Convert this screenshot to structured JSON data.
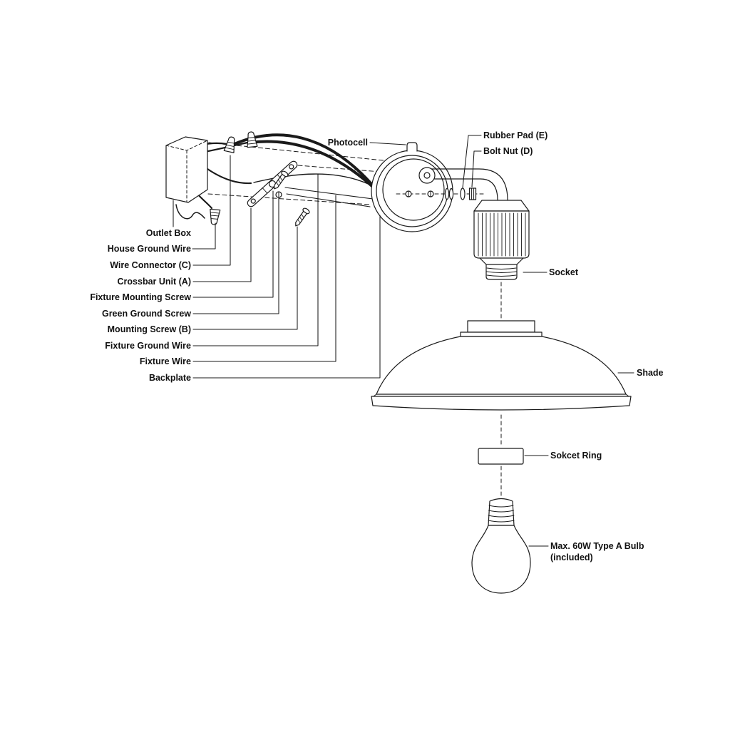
{
  "colors": {
    "line": "#1a1a1a",
    "background": "#ffffff"
  },
  "labels": {
    "photocell": "Photocell",
    "rubber_pad": "Rubber Pad (E)",
    "bolt_nut": "Bolt Nut (D)",
    "outlet_box": "Outlet Box",
    "house_ground_wire": "House Ground Wire",
    "wire_connector": "Wire Connector (C)",
    "crossbar_unit": "Crossbar Unit (A)",
    "fixture_mounting_screw": "Fixture Mounting Screw",
    "green_ground_screw": "Green Ground Screw",
    "mounting_screw": "Mounting Screw (B)",
    "fixture_ground_wire": "Fixture Ground Wire",
    "fixture_wire": "Fixture Wire",
    "backplate": "Backplate",
    "socket": "Socket",
    "shade": "Shade",
    "socket_ring": "Sokcet Ring",
    "bulb_line1": "Max. 60W Type A Bulb",
    "bulb_line2": "(included)"
  }
}
